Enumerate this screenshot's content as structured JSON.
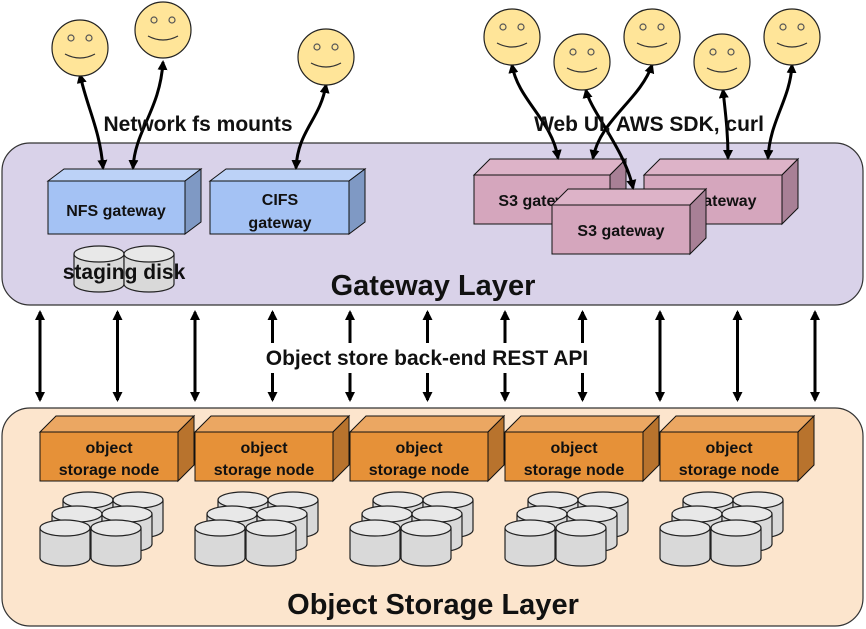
{
  "diagram": {
    "gateway_layer": {
      "title": "Gateway Layer",
      "color": "#d9d2e9",
      "nfs_gateway": {
        "label": "NFS gateway",
        "color": "#a4c2f4"
      },
      "cifs_gateway": {
        "lines": [
          "CIFS",
          "gateway"
        ],
        "color": "#a4c2f4"
      },
      "staging_disk": {
        "label": "staging disk"
      },
      "s3_gateways": [
        {
          "label": "S3 gateway"
        },
        {
          "label": "S3 gateway"
        },
        {
          "label": "S3 gateway"
        }
      ],
      "s3_color": "#d5a6bd"
    },
    "storage_layer": {
      "title": "Object Storage Layer",
      "color": "#fce5cd",
      "node_color": "#e69138",
      "nodes": [
        {
          "lines": [
            "object",
            "storage node"
          ]
        },
        {
          "lines": [
            "object",
            "storage node"
          ]
        },
        {
          "lines": [
            "object",
            "storage node"
          ]
        },
        {
          "lines": [
            "object",
            "storage node"
          ]
        },
        {
          "lines": [
            "object",
            "storage node"
          ]
        }
      ]
    },
    "labels": {
      "network_fs": "Network fs mounts",
      "s3_clients": "Web UI, AWS SDK, curl",
      "backend_api": "Object store back-end REST API"
    },
    "users": {
      "nfs_clients": 2,
      "cifs_clients": 1,
      "s3_clients": 5
    },
    "backend_arrow_count": 11
  }
}
